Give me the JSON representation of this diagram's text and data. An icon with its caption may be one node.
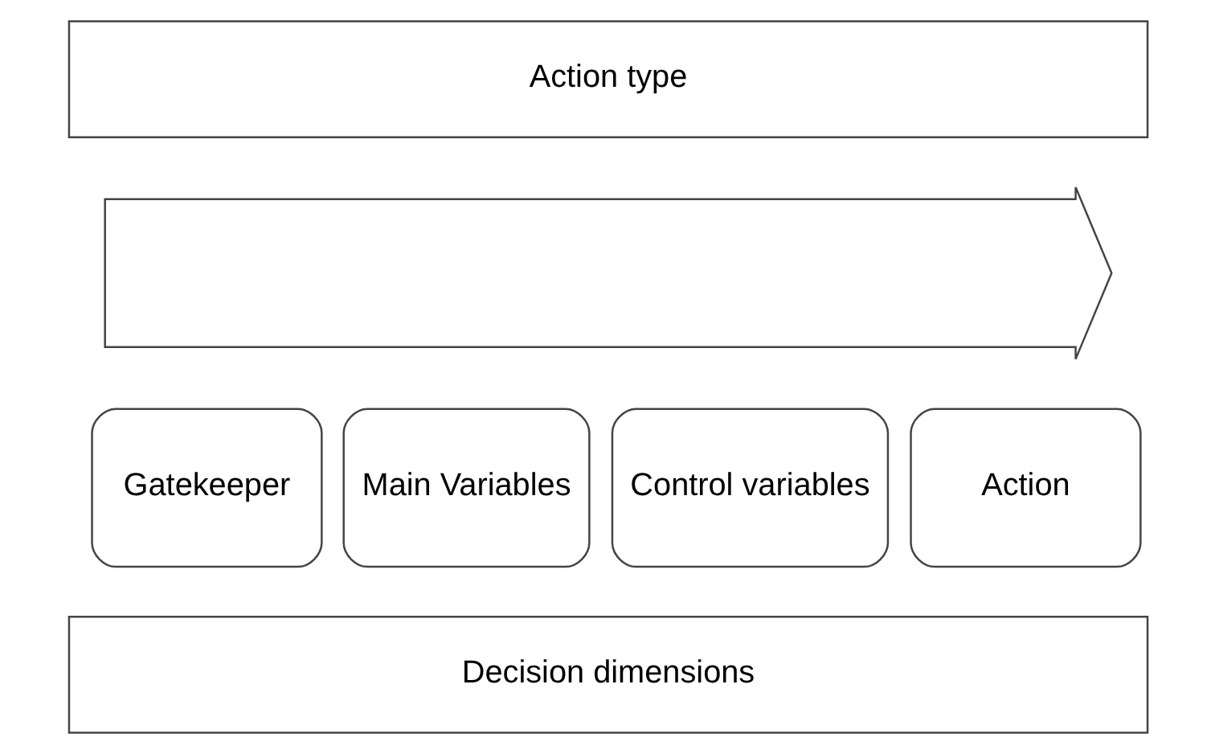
{
  "diagram": {
    "nodes": [
      {
        "text": [
          "Action type"
        ]
      },
      {
        "text": [],
        "shape": "arrow"
      },
      {
        "text": [
          "Gatekeeper"
        ]
      },
      {
        "text": [
          "Main Variables"
        ]
      },
      {
        "text": [
          "Control variables"
        ]
      },
      {
        "text": [
          "Action"
        ]
      },
      {
        "text": [
          "Decision dimensions"
        ]
      }
    ],
    "edges": []
  }
}
